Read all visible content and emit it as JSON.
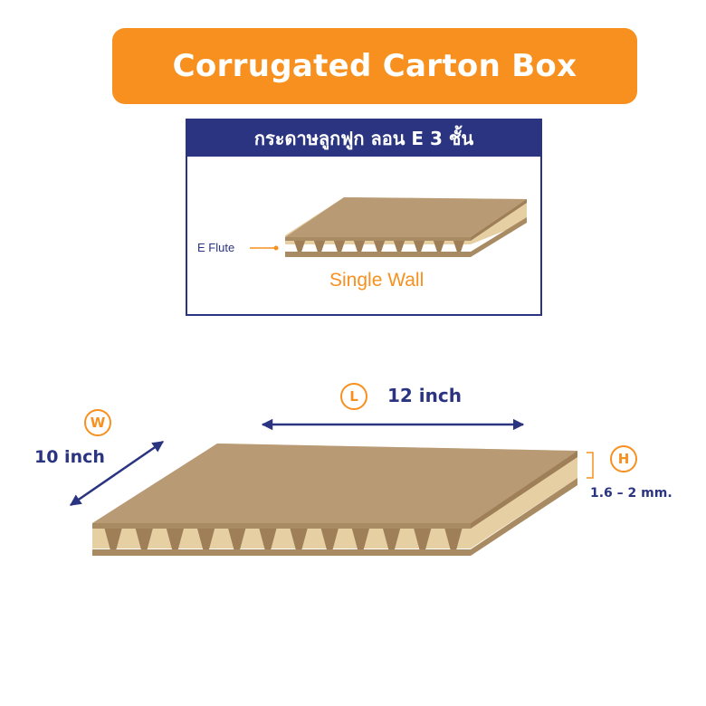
{
  "banner": {
    "title": "Corrugated Carton Box"
  },
  "panel": {
    "title": "กระดาษลูกฟูก ลอน E 3 ชั้น",
    "flute_label": "E Flute",
    "wall_label": "Single Wall"
  },
  "dimensions": {
    "length": {
      "badge": "L",
      "value": "12 inch"
    },
    "width": {
      "badge": "W",
      "value": "10 inch"
    },
    "height": {
      "badge": "H",
      "value": "1.6 – 2 mm."
    }
  },
  "colors": {
    "accent_orange": "#f7901e",
    "navy": "#2a3480",
    "cardboard_top": "#b89a74",
    "cardboard_edge": "#a88a63",
    "cardboard_inner": "#e7cfa4",
    "flute": "#9e7f57"
  }
}
